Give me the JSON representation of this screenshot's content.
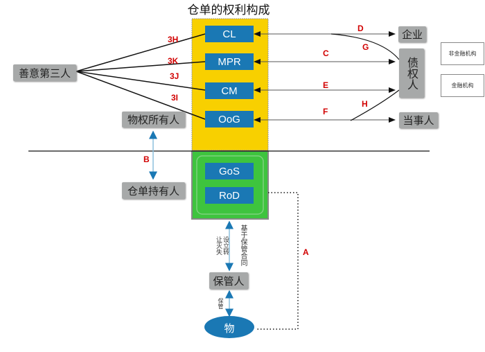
{
  "title": "仓单的权利构成",
  "rights": [
    "CL",
    "MPR",
    "CM",
    "OoG"
  ],
  "rights_lower": [
    "GoS",
    "RoD"
  ],
  "parties": {
    "bona_fide_third": "善意第三人",
    "owner": "物权所有人",
    "holder": "仓单持有人",
    "enterprise": "企业",
    "creditor": "债权人",
    "party": "当事人",
    "custodian": "保管人",
    "goods": "物",
    "non_financial": "非金融机构",
    "financial": "金融机构"
  },
  "labels": {
    "3H": "3H",
    "3K": "3K",
    "3J": "3J",
    "3I": "3I",
    "A": "A",
    "B": "B",
    "C": "C",
    "D": "D",
    "E": "E",
    "F": "F",
    "G": "G",
    "H": "H"
  },
  "annotations": {
    "custody_contract": "基于保管合同",
    "create_transfer_extinguish": "设立转让灭失",
    "custody": "保管"
  },
  "colors": {
    "yellow": "#f8d000",
    "green": "#3ec43e",
    "blue": "#1a78b4",
    "red": "#d10000",
    "gray": "#a7a9a9"
  }
}
